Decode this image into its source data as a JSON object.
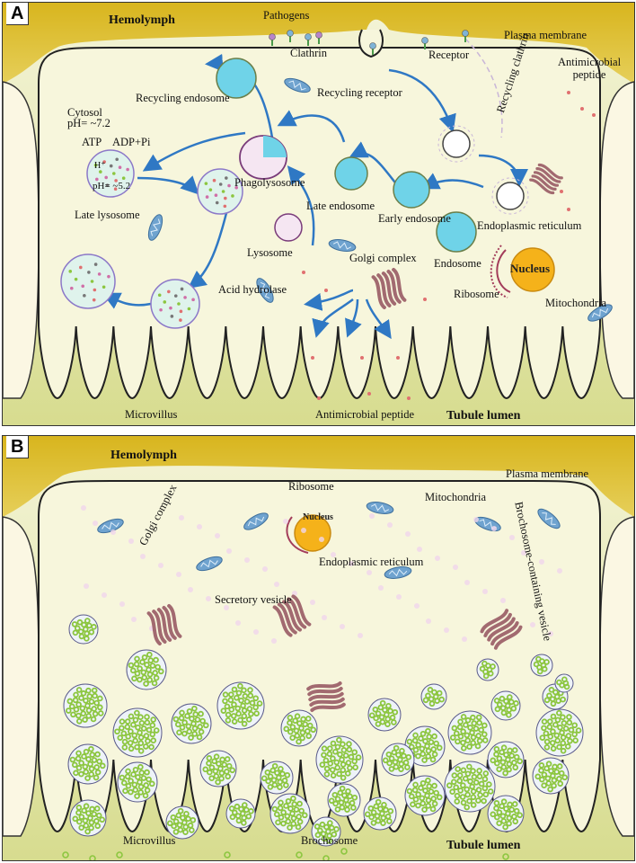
{
  "panel_a": {
    "letter": "A",
    "labels": {
      "hemolymph": "Hemolymph",
      "pathogens": "Pathogens",
      "plasma_membrane": "Plasma membrane",
      "antimicrobial_peptide_top": "Antimicrobial peptide",
      "clathrin": "Clathrin",
      "receptor": "Receptor",
      "recycling_clathrin": "Recycling clathrin",
      "recycling_endosome": "Recycling endosome",
      "recycling_receptor": "Recycling receptor",
      "cytosol": "Cytosol",
      "cytosol_ph": "pH= ~7.2",
      "atp": "ATP",
      "adp": "ADP+Pi",
      "proton": "H⁺",
      "lysosome_ph": "pH= ~5.2",
      "late_lysosome": "Late lysosome",
      "phagolysosome": "Phagolysosome",
      "late_endosome": "Late endosome",
      "early_endosome": "Early endosome",
      "endoplasmic_reticulum": "Endoplasmic reticulum",
      "lysosome": "Lysosome",
      "golgi_complex": "Golgi complex",
      "endosome": "Endosome",
      "nucleus": "Nucleus",
      "ribosome": "Ribosome",
      "acid_hydrolase": "Acid hydrolase",
      "mitochondria": "Mitochondria",
      "microvillus": "Microvillus",
      "antimicrobial_peptide_bottom": "Antimicrobial peptide",
      "tubule_lumen": "Tubule lumen"
    }
  },
  "panel_b": {
    "letter": "B",
    "labels": {
      "hemolymph": "Hemolymph",
      "plasma_membrane": "Plasma membrane",
      "golgi_complex": "Golgi complex",
      "ribosome": "Ribosome",
      "nucleus": "Nucleus",
      "mitochondria": "Mitochondria",
      "brochosome_vesicle": "Brochosome-containing vesicle",
      "endoplasmic_reticulum": "Endoplasmic reticulum",
      "secretory_vesicle": "Secretory vesicle",
      "microvillus": "Microvillus",
      "brochosome": "Brochosome",
      "tubule_lumen": "Tubule lumen"
    }
  },
  "colors": {
    "hemolymph": "#d2b21e",
    "cytoplasm": "#f7f6dc",
    "lumen": "#dfe3a6",
    "endosome": "#6fd3e8",
    "vesicle_border": "#8c78c8",
    "arrow": "#2f78c4",
    "nucleus": "#f5b21a",
    "golgi": "#a26a70",
    "mitochondria": "#6fa3cf",
    "brochosome": "#8cc63f"
  }
}
